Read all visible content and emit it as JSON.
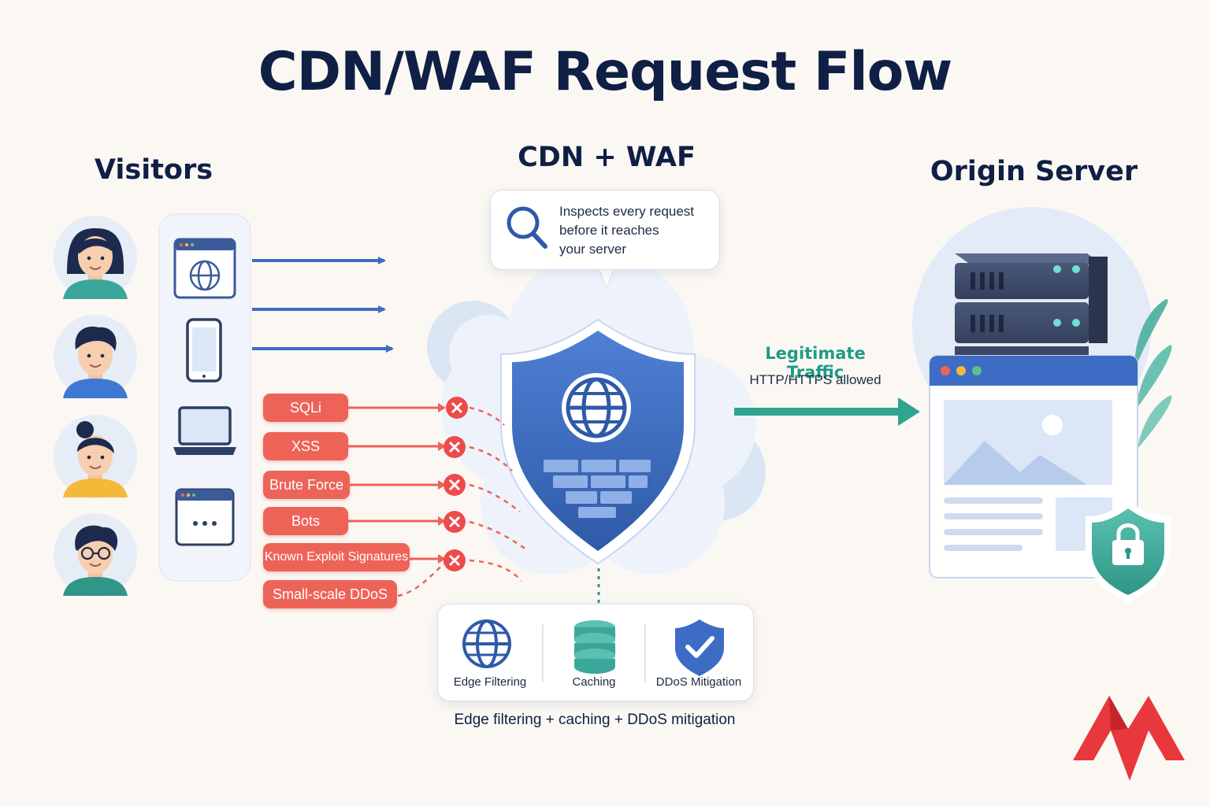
{
  "title": "CDN/WAF Request Flow",
  "sections": {
    "visitors": "Visitors",
    "cdn_waf": "CDN + WAF",
    "origin": "Origin Server"
  },
  "inspect_bubble": {
    "line1": "Inspects every request",
    "line2": "before it reaches",
    "line3": "your server"
  },
  "threats": [
    {
      "label": "SQLi"
    },
    {
      "label": "XSS"
    },
    {
      "label": "Brute Force"
    },
    {
      "label": "Bots"
    },
    {
      "label": "Known Exploit Signatures"
    },
    {
      "label": "Small-scale DDoS"
    }
  ],
  "legitimate": {
    "title": "Legitimate Traffic",
    "subtitle": "HTTP/HTTPS allowed"
  },
  "features": [
    {
      "label": "Edge Filtering",
      "icon": "globe-icon"
    },
    {
      "label": "Caching",
      "icon": "database-icon"
    },
    {
      "label": "DDoS Mitigation",
      "icon": "shield-check-icon"
    }
  ],
  "features_caption": "Edge filtering + caching + DDoS mitigation",
  "colors": {
    "navy": "#0f1f45",
    "blue": "#3d6cc4",
    "threat_red": "#ee6358",
    "teal": "#1f9b85",
    "logo_red": "#e8383d"
  },
  "icons": {
    "visitors": [
      "avatar-woman-icon",
      "avatar-man-icon",
      "avatar-woman-bun-icon",
      "avatar-man-glasses-icon"
    ],
    "devices": [
      "browser-globe-icon",
      "smartphone-icon",
      "laptop-icon",
      "app-window-icon"
    ],
    "center": "shield-globe-firewall-icon",
    "origin": [
      "server-rack-icon",
      "web-page-icon",
      "lock-shield-icon"
    ],
    "brand": "m-logo-icon"
  }
}
